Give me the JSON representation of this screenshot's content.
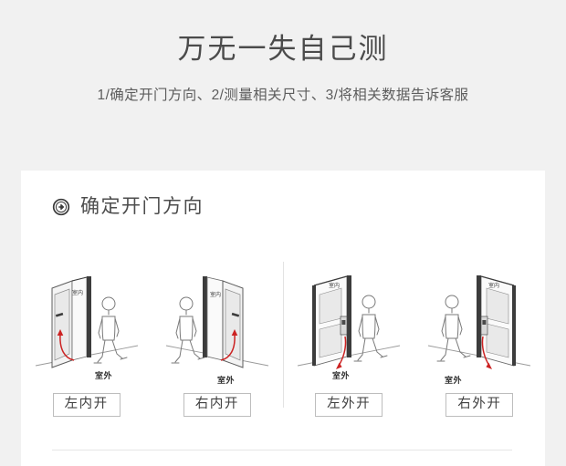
{
  "hero": {
    "title": "万无一失自己测",
    "subtitle": "1/确定开门方向、2/测量相关尺寸、3/将相关数据告诉客服"
  },
  "card": {
    "section": {
      "icon": "circle-arrow-right-icon",
      "title": "确定开门方向"
    },
    "diagrams": [
      {
        "id": "left-inward",
        "caption": "左内开",
        "indoor_label": "室内",
        "outdoor_label": "室外",
        "hinge_side": "left",
        "swing": "inward"
      },
      {
        "id": "right-inward",
        "caption": "右内开",
        "indoor_label": "室内",
        "outdoor_label": "室外",
        "hinge_side": "right",
        "swing": "inward"
      },
      {
        "id": "left-outward",
        "caption": "左外开",
        "indoor_label": "室内",
        "outdoor_label": "室外",
        "hinge_side": "left",
        "swing": "outward"
      },
      {
        "id": "right-outward",
        "caption": "右外开",
        "indoor_label": "室内",
        "outdoor_label": "室外",
        "hinge_side": "right",
        "swing": "outward"
      }
    ]
  },
  "colors": {
    "page_background": "#f1f1f1",
    "card_background": "#ffffff",
    "title_text": "#4b4b4b",
    "body_text": "#5d5d5d",
    "arrow_red": "#cc2222",
    "door_frame_dark": "#3c3c3c",
    "door_panel_light": "#e9e9e9",
    "divider": "#e6e6e6",
    "caption_border": "#bdbdbd"
  }
}
